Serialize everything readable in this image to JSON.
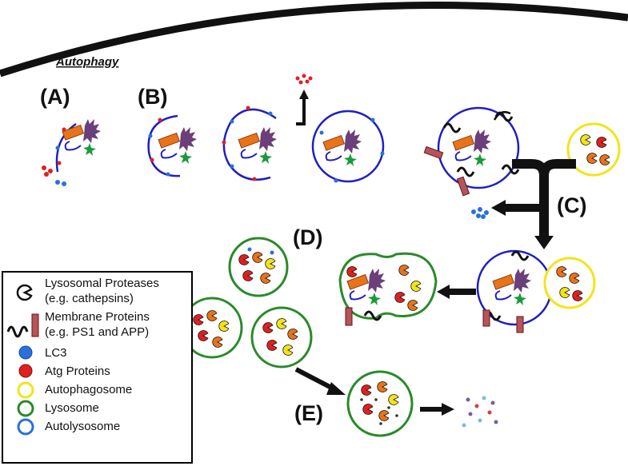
{
  "title": "Autophagy",
  "stages": {
    "a": "(A)",
    "b": "(B)",
    "c": "(C)",
    "d": "(D)",
    "e": "(E)"
  },
  "legend": {
    "items": [
      {
        "line1": "Lysosomal Proteases",
        "line2": "(e.g. cathepsins)",
        "icon": "protease-icon"
      },
      {
        "line1": "Membrane Proteins",
        "line2": "(e.g. PS1 and APP)",
        "icon": "membrane-protein-icon"
      },
      {
        "line1": "LC3",
        "icon": "blue-dot-icon",
        "color": "#2a6fdb"
      },
      {
        "line1": "Atg Proteins",
        "icon": "red-dot-icon",
        "color": "#e02020"
      },
      {
        "line1": "Autophagosome",
        "icon": "yellow-ring-icon",
        "color": "#f2e41a"
      },
      {
        "line1": "Lysosome",
        "icon": "green-ring-icon",
        "color": "#2a8a2a"
      },
      {
        "line1": "Autolysosome",
        "icon": "blue-ring-icon",
        "color": "#2a6fdb"
      }
    ]
  },
  "colors": {
    "membrane_blue": "#1f1fc0",
    "lysosome_green": "#2a8a2a",
    "autophagosome_yellow": "#f2e41a",
    "atg_red": "#e02020",
    "lc3_blue": "#2a6fdb",
    "orange_cargo": "#e8731a",
    "purple_cargo": "#6b3f7a",
    "green_star": "#1a9a3a"
  }
}
